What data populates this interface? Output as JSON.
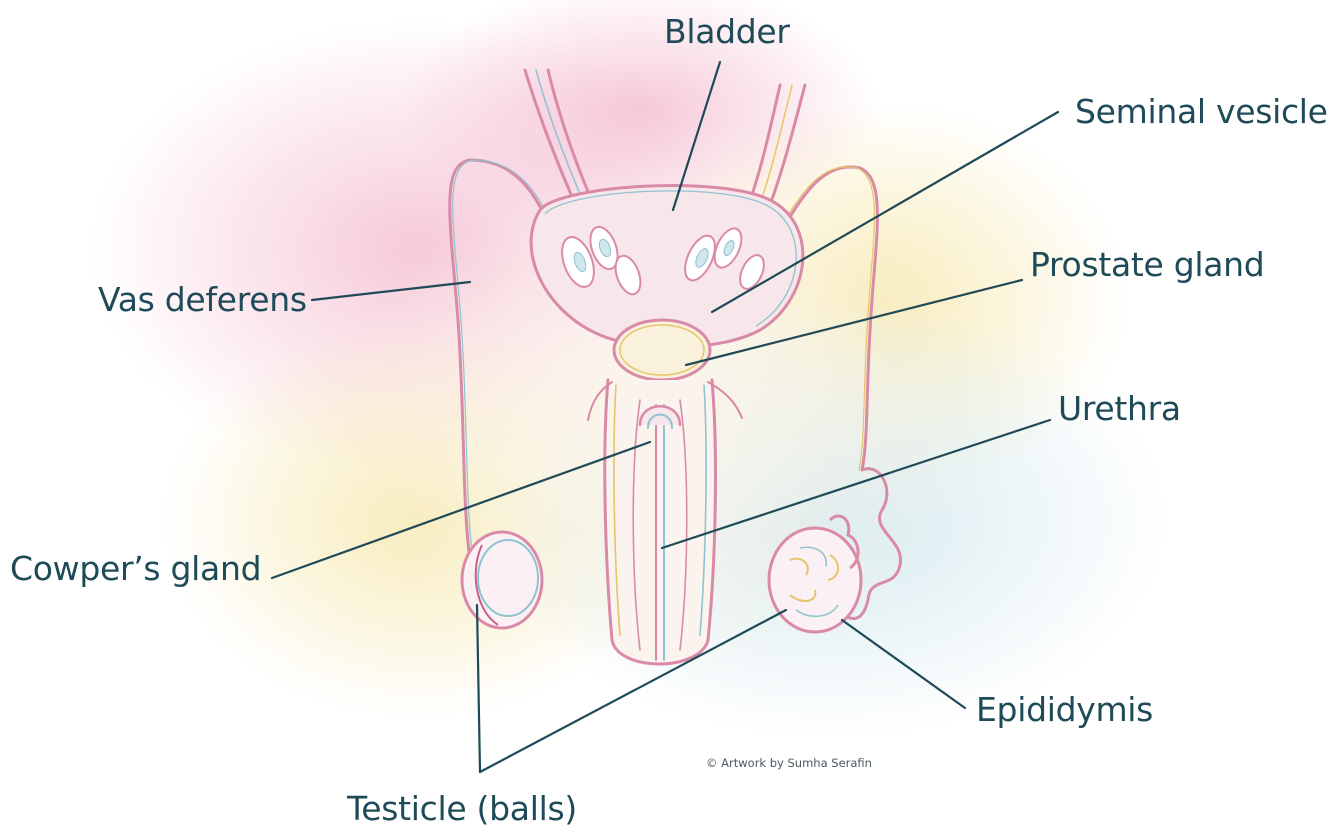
{
  "diagram": {
    "labels": {
      "bladder": "Bladder",
      "seminal_vesicle": "Seminal vesicle",
      "vas_deferens": "Vas deferens",
      "prostate_gland": "Prostate gland",
      "urethra": "Urethra",
      "cowpers_gland": "Cowper’s gland",
      "epididymis": "Epididymis",
      "testicle": "Testicle (balls)"
    },
    "credit": "© Artwork by Sumha Serafin",
    "colors": {
      "label_text": "#1f4a57",
      "leader_line": "#1f4a57",
      "outline_pink": "#d98aa6",
      "outline_blue": "#8fc3cf",
      "outline_yellow": "#e4c56a"
    }
  }
}
